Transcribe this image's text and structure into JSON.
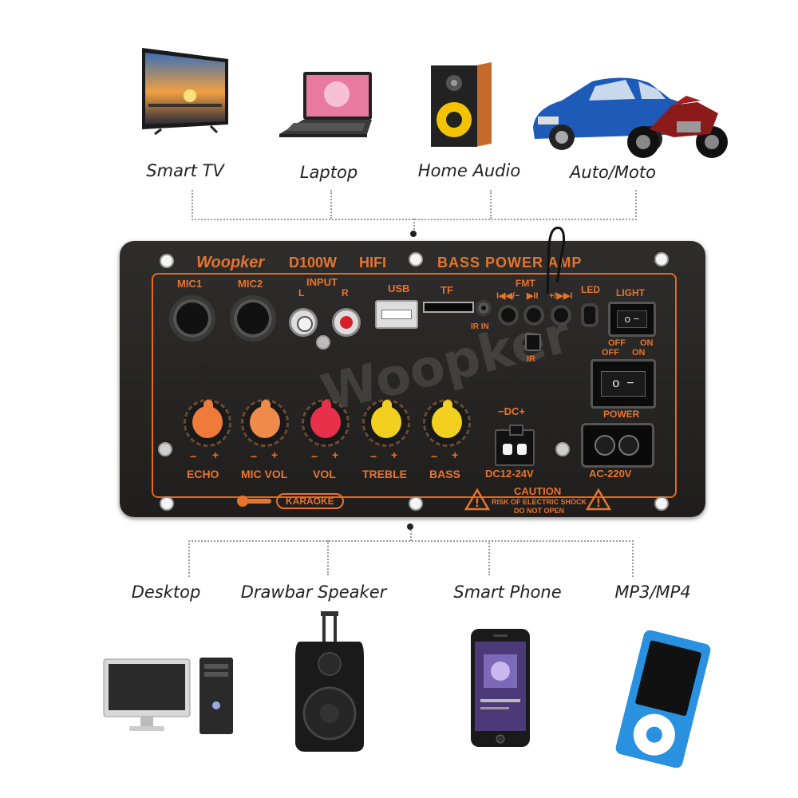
{
  "top_devices": [
    {
      "label": "Smart TV",
      "icon": "smart-tv-icon"
    },
    {
      "label": "Laptop",
      "icon": "laptop-icon"
    },
    {
      "label": "Home Audio",
      "icon": "home-speaker-icon"
    },
    {
      "label": "Auto/Moto",
      "icon": "car-motorcycle-icon"
    }
  ],
  "bottom_devices": [
    {
      "label": "Desktop",
      "icon": "desktop-computer-icon"
    },
    {
      "label": "Drawbar Speaker",
      "icon": "trolley-speaker-icon"
    },
    {
      "label": "Smart Phone",
      "icon": "smartphone-icon"
    },
    {
      "label": "MP3/MP4",
      "icon": "mp3-player-icon"
    }
  ],
  "panel": {
    "brand": "Woopker",
    "model": "D100W",
    "hifi": "HIFI",
    "title": "BASS POWER AMP",
    "mic1": "MIC1",
    "mic2": "MIC2",
    "input": "INPUT",
    "input_l": "L",
    "input_r": "R",
    "usb": "USB",
    "tf": "TF",
    "irin": "IR IN",
    "fmt": "FMT",
    "prev": "I◀◀/−",
    "play": "▶II",
    "next": "+/▶▶I",
    "ir": "IR",
    "led": "LED",
    "light": "LIGHT",
    "off1": "OFF",
    "on1": "ON",
    "off2": "OFF",
    "on2": "ON",
    "power": "POWER",
    "dc_top": "−DC+",
    "dc_bottom": "DC12-24V",
    "ac": "AC-220V",
    "knobs": [
      {
        "label": "ECHO",
        "color": "#f07a3a"
      },
      {
        "label": "MIC VOL",
        "color": "#f08a4a"
      },
      {
        "label": "VOL",
        "color": "#e8304a"
      },
      {
        "label": "TREBLE",
        "color": "#f2d020"
      },
      {
        "label": "BASS",
        "color": "#f2d020"
      }
    ],
    "minus": "−",
    "plus": "+",
    "karaoke": "KARAOKE",
    "caution": "CAUTION",
    "caution_line1": "RISK OF ELECTRIC SHOCK",
    "caution_line2": "DO NOT OPEN",
    "accent_color": "#e8742c"
  }
}
